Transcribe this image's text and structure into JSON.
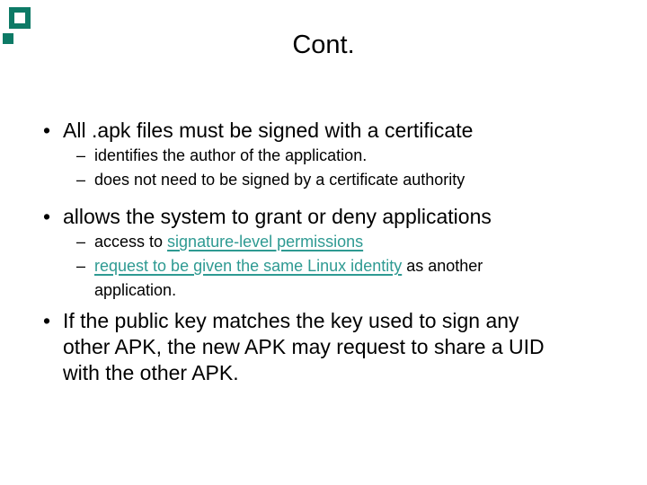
{
  "slide": {
    "title": "Cont.",
    "markers": {
      "level1": "•",
      "level2": "–"
    },
    "bullets": [
      {
        "level": 1,
        "lines": [
          [
            {
              "text": "All .apk files must be signed with a certificate"
            }
          ]
        ]
      },
      {
        "level": 2,
        "lines": [
          [
            {
              "text": "identifies the author of the application."
            }
          ]
        ]
      },
      {
        "level": 2,
        "lines": [
          [
            {
              "text": "does not need to be signed by a certificate authority"
            }
          ]
        ]
      },
      {
        "level": 1,
        "space_before": true,
        "lines": [
          [
            {
              "text": "allows the system to grant or deny applications"
            }
          ]
        ]
      },
      {
        "level": 2,
        "lines": [
          [
            {
              "text": "access to "
            },
            {
              "text": "signature-level permissions",
              "link": true
            }
          ]
        ]
      },
      {
        "level": 2,
        "lines": [
          [
            {
              "text": "request to be given the same Linux identity",
              "link": true
            },
            {
              "text": " as another"
            }
          ],
          [
            {
              "text": "application."
            }
          ]
        ]
      },
      {
        "level": 1,
        "space_before": true,
        "lines": [
          [
            {
              "text": "If the public key matches the key used to sign any"
            }
          ],
          [
            {
              "text": "other APK, the new APK may request to share a UID"
            }
          ],
          [
            {
              "text": "with the other APK."
            }
          ]
        ]
      }
    ],
    "colors": {
      "text": "#000000",
      "link": "#2E9A92",
      "background": "#FFFFFF",
      "logo": "#0D7A66"
    }
  }
}
